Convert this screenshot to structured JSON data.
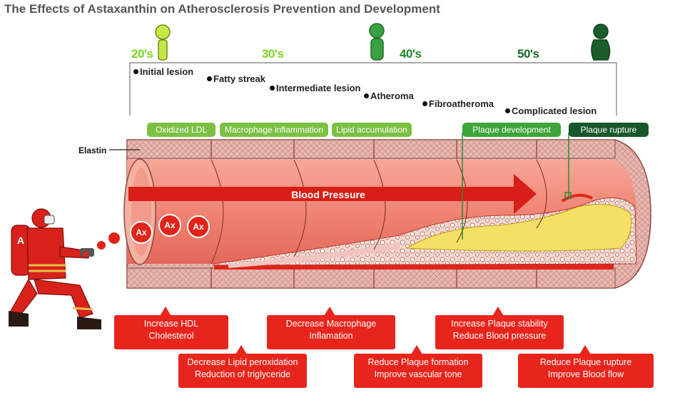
{
  "title": "The Effects of Astaxanthin on Atherosclerosis Prevention and Development",
  "ages": [
    "20's",
    "30's",
    "40's",
    "50's"
  ],
  "stages": [
    "Initial lesion",
    "Fatty streak",
    "Intermediate lesion",
    "Atheroma",
    "Fibroatheroma",
    "Complicated lesion"
  ],
  "tags": [
    "Oxidized LDL",
    "Macrophage inflammation",
    "Lipid accumulation",
    "Plaque development",
    "Plaque rupture"
  ],
  "elastin_label": "Elastin",
  "blood_pressure_label": "Blood Pressure",
  "ax_label": "Ax",
  "firefighter_badge": "A",
  "callouts": [
    {
      "line1": "Increase HDL",
      "line2": "Cholesterol"
    },
    {
      "line1": "Decrease Lipid peroxidation",
      "line2": "Reduction of triglyceride"
    },
    {
      "line1": "Decrease Macrophage",
      "line2": "Inflamation"
    },
    {
      "line1": "Reduce Plaque formation",
      "line2": "Improve vascular tone"
    },
    {
      "line1": "Increase Plaque stability",
      "line2": "Reduce Blood pressure"
    },
    {
      "line1": "Reduce Plaque rupture",
      "line2": "Improve Blood flow"
    }
  ],
  "colors": {
    "callout": "#e8251c",
    "artery": "#f08a78",
    "plaque": "#f5e066",
    "tag_light": "#7bc043",
    "tag_mid": "#3ea53a",
    "tag_dark": "#17582a"
  }
}
